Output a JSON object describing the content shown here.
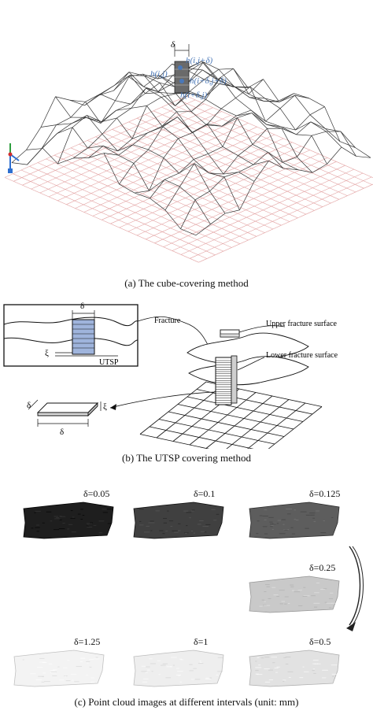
{
  "figure_a": {
    "caption": "(a)  The cube-covering method",
    "annotations": {
      "delta": "δ",
      "h_ij_delta": "h(i,j+δ)",
      "h_ij": "h(i,j)",
      "h_idj_d": "h(i+δ,j+δ)",
      "h_idj": "h(i+δ,j)"
    },
    "colors": {
      "grid": "#e3a3a3",
      "mesh": "#333333",
      "annotation": "#4a78b8",
      "cube": "#555555"
    }
  },
  "figure_b": {
    "caption": "(b)  The UTSP covering method",
    "labels": {
      "delta_top": "δ",
      "xi": "ξ",
      "utsp": "UTSP",
      "fracture": "Fracture",
      "upper": "Upper fracture surface",
      "lower": "Lower fracture surface",
      "delta_small_1": "δ",
      "delta_small_2": "δ",
      "xi_small": "ξ"
    }
  },
  "figure_c": {
    "caption": "(c)  Point cloud images at different intervals (unit: mm)",
    "clouds": [
      {
        "label": "δ=0.05",
        "tone": 0.92
      },
      {
        "label": "δ=0.1",
        "tone": 0.78
      },
      {
        "label": "δ=0.125",
        "tone": 0.66
      },
      {
        "label": "δ=0.25",
        "tone": 0.22
      },
      {
        "label": "δ=0.5",
        "tone": 0.12
      },
      {
        "label": "δ=1",
        "tone": 0.07
      },
      {
        "label": "δ=1.25",
        "tone": 0.05
      }
    ]
  }
}
